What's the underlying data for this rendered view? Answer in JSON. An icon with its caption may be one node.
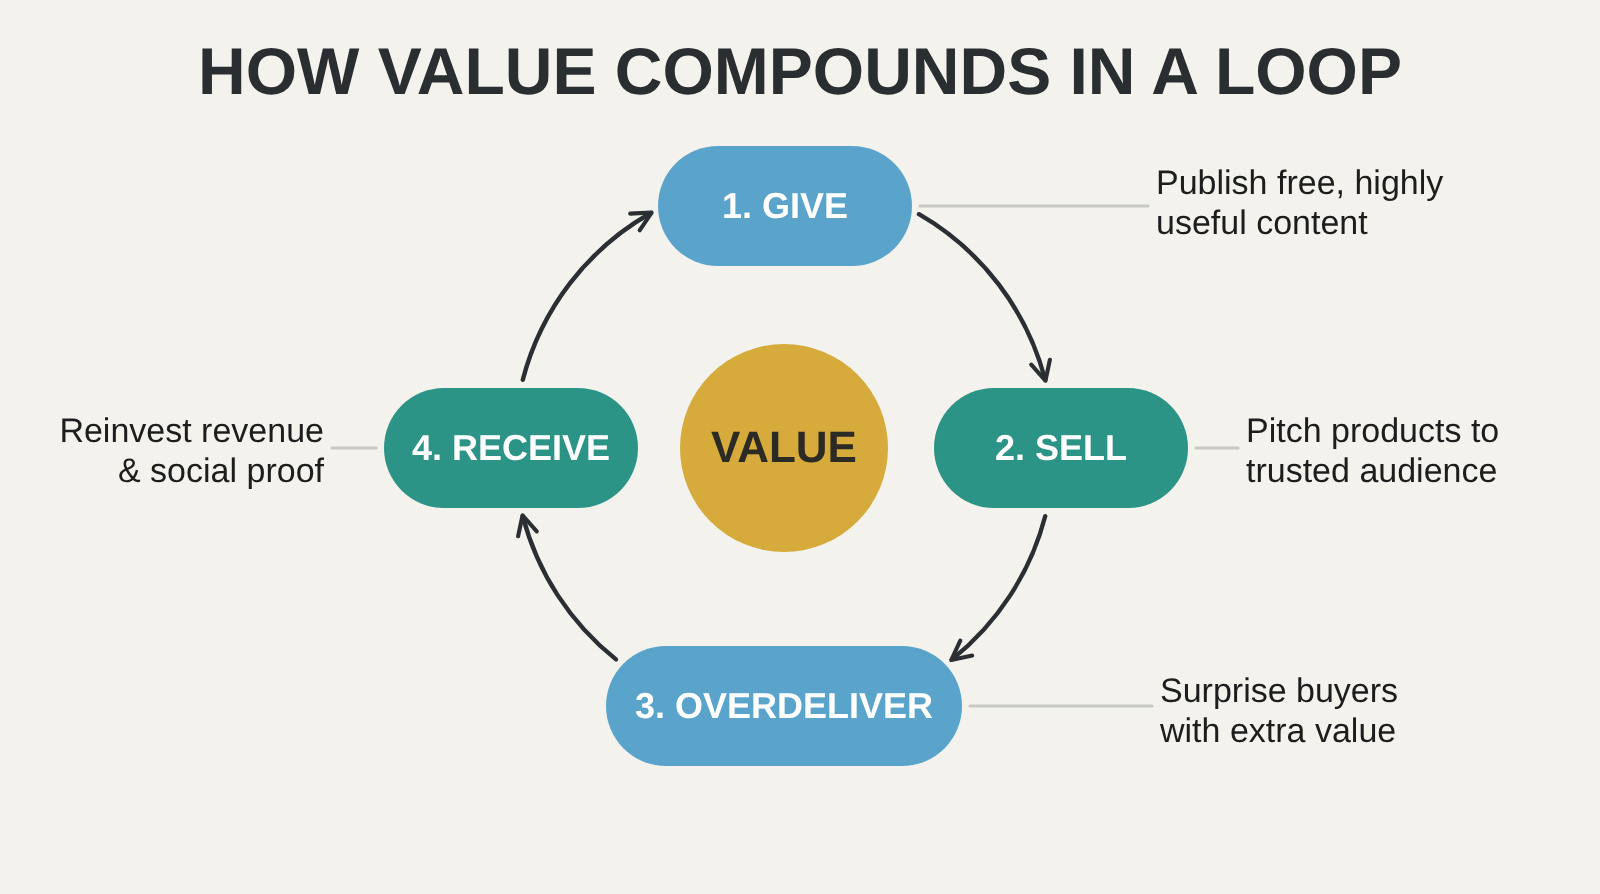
{
  "diagram": {
    "title": "HOW VALUE COMPOUNDS IN A LOOP",
    "nodes": [
      {
        "text": [
          "1. GIVE"
        ]
      },
      {
        "text": [
          "Publish free, highly useful content"
        ]
      },
      {
        "text": [
          "Reinvest revenue & social proof"
        ]
      },
      {
        "text": [
          "4. RECEIVE"
        ]
      },
      {
        "text": [
          "VALUE"
        ]
      },
      {
        "text": [
          "2. SELL"
        ]
      },
      {
        "text": [
          "Pitch products to trusted audience"
        ]
      },
      {
        "text": [
          "3. OVERDELIVER"
        ]
      },
      {
        "text": [
          "Surprise buyers with extra value"
        ]
      }
    ],
    "edges": [
      {
        "from": 3,
        "to": 0,
        "arrow": "to"
      },
      {
        "from": 0,
        "to": 5,
        "arrow": "to"
      },
      {
        "from": 5,
        "to": 7,
        "arrow": "to"
      },
      {
        "from": 7,
        "to": 3,
        "arrow": "to"
      },
      {
        "from": 1,
        "to": 0,
        "arrow": "none",
        "color": "#c9c9c3"
      },
      {
        "from": 2,
        "to": 3,
        "arrow": "none",
        "color": "#c9c9c3"
      },
      {
        "from": 6,
        "to": 5,
        "arrow": "none",
        "color": "#c9c9c3"
      },
      {
        "from": 8,
        "to": 7,
        "arrow": "none",
        "color": "#c9c9c3"
      }
    ]
  }
}
